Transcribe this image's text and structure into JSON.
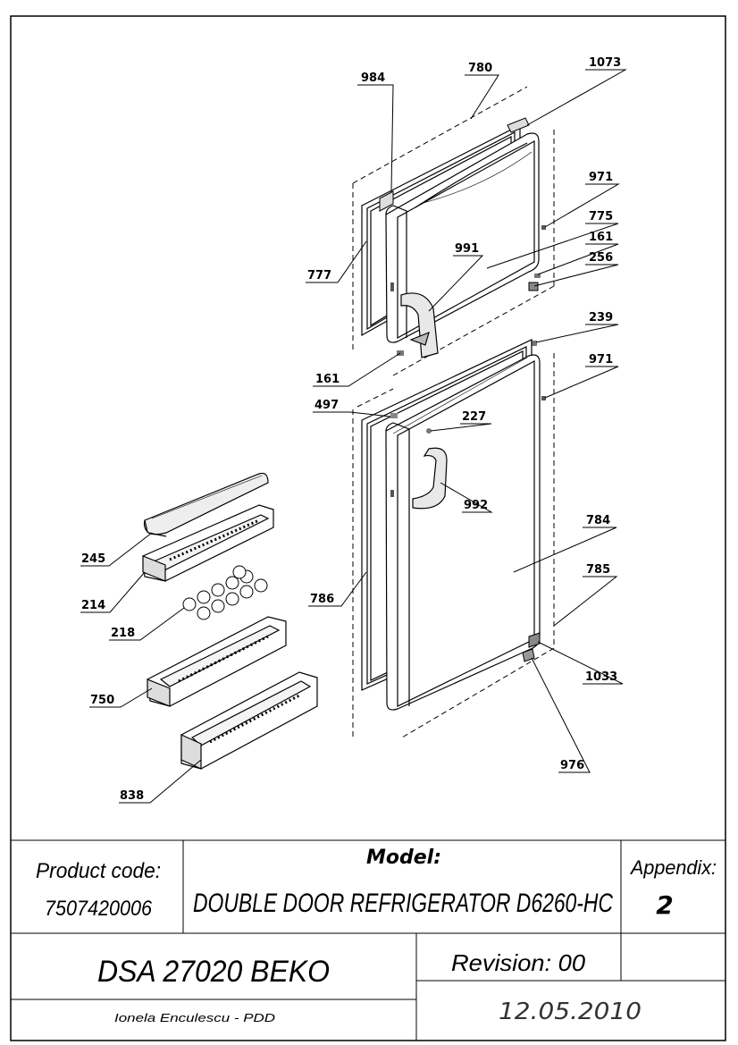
{
  "callouts": {
    "c984": "984",
    "c780": "780",
    "c1073": "1073",
    "c971a": "971",
    "c775": "775",
    "c161a": "161",
    "c256": "256",
    "c991": "991",
    "c777": "777",
    "c239": "239",
    "c161b": "161",
    "c971b": "971",
    "c497": "497",
    "c227": "227",
    "c992": "992",
    "c784": "784",
    "c785": "785",
    "c786": "786",
    "c1033": "1033",
    "c976": "976",
    "c245": "245",
    "c214": "214",
    "c218": "218",
    "c750": "750",
    "c838": "838"
  },
  "title_block": {
    "product_code_label": "Product code:",
    "product_code": "7507420006",
    "model_label": "Model:",
    "model": "DOUBLE DOOR REFRIGERATOR D6260-HC",
    "appendix_label": "Appendix:",
    "appendix": "2",
    "document": "DSA 27020 BEKO",
    "revision": "Revision: 00",
    "author": "Ionela Enculescu - PDD",
    "date": "12.05.2010"
  }
}
